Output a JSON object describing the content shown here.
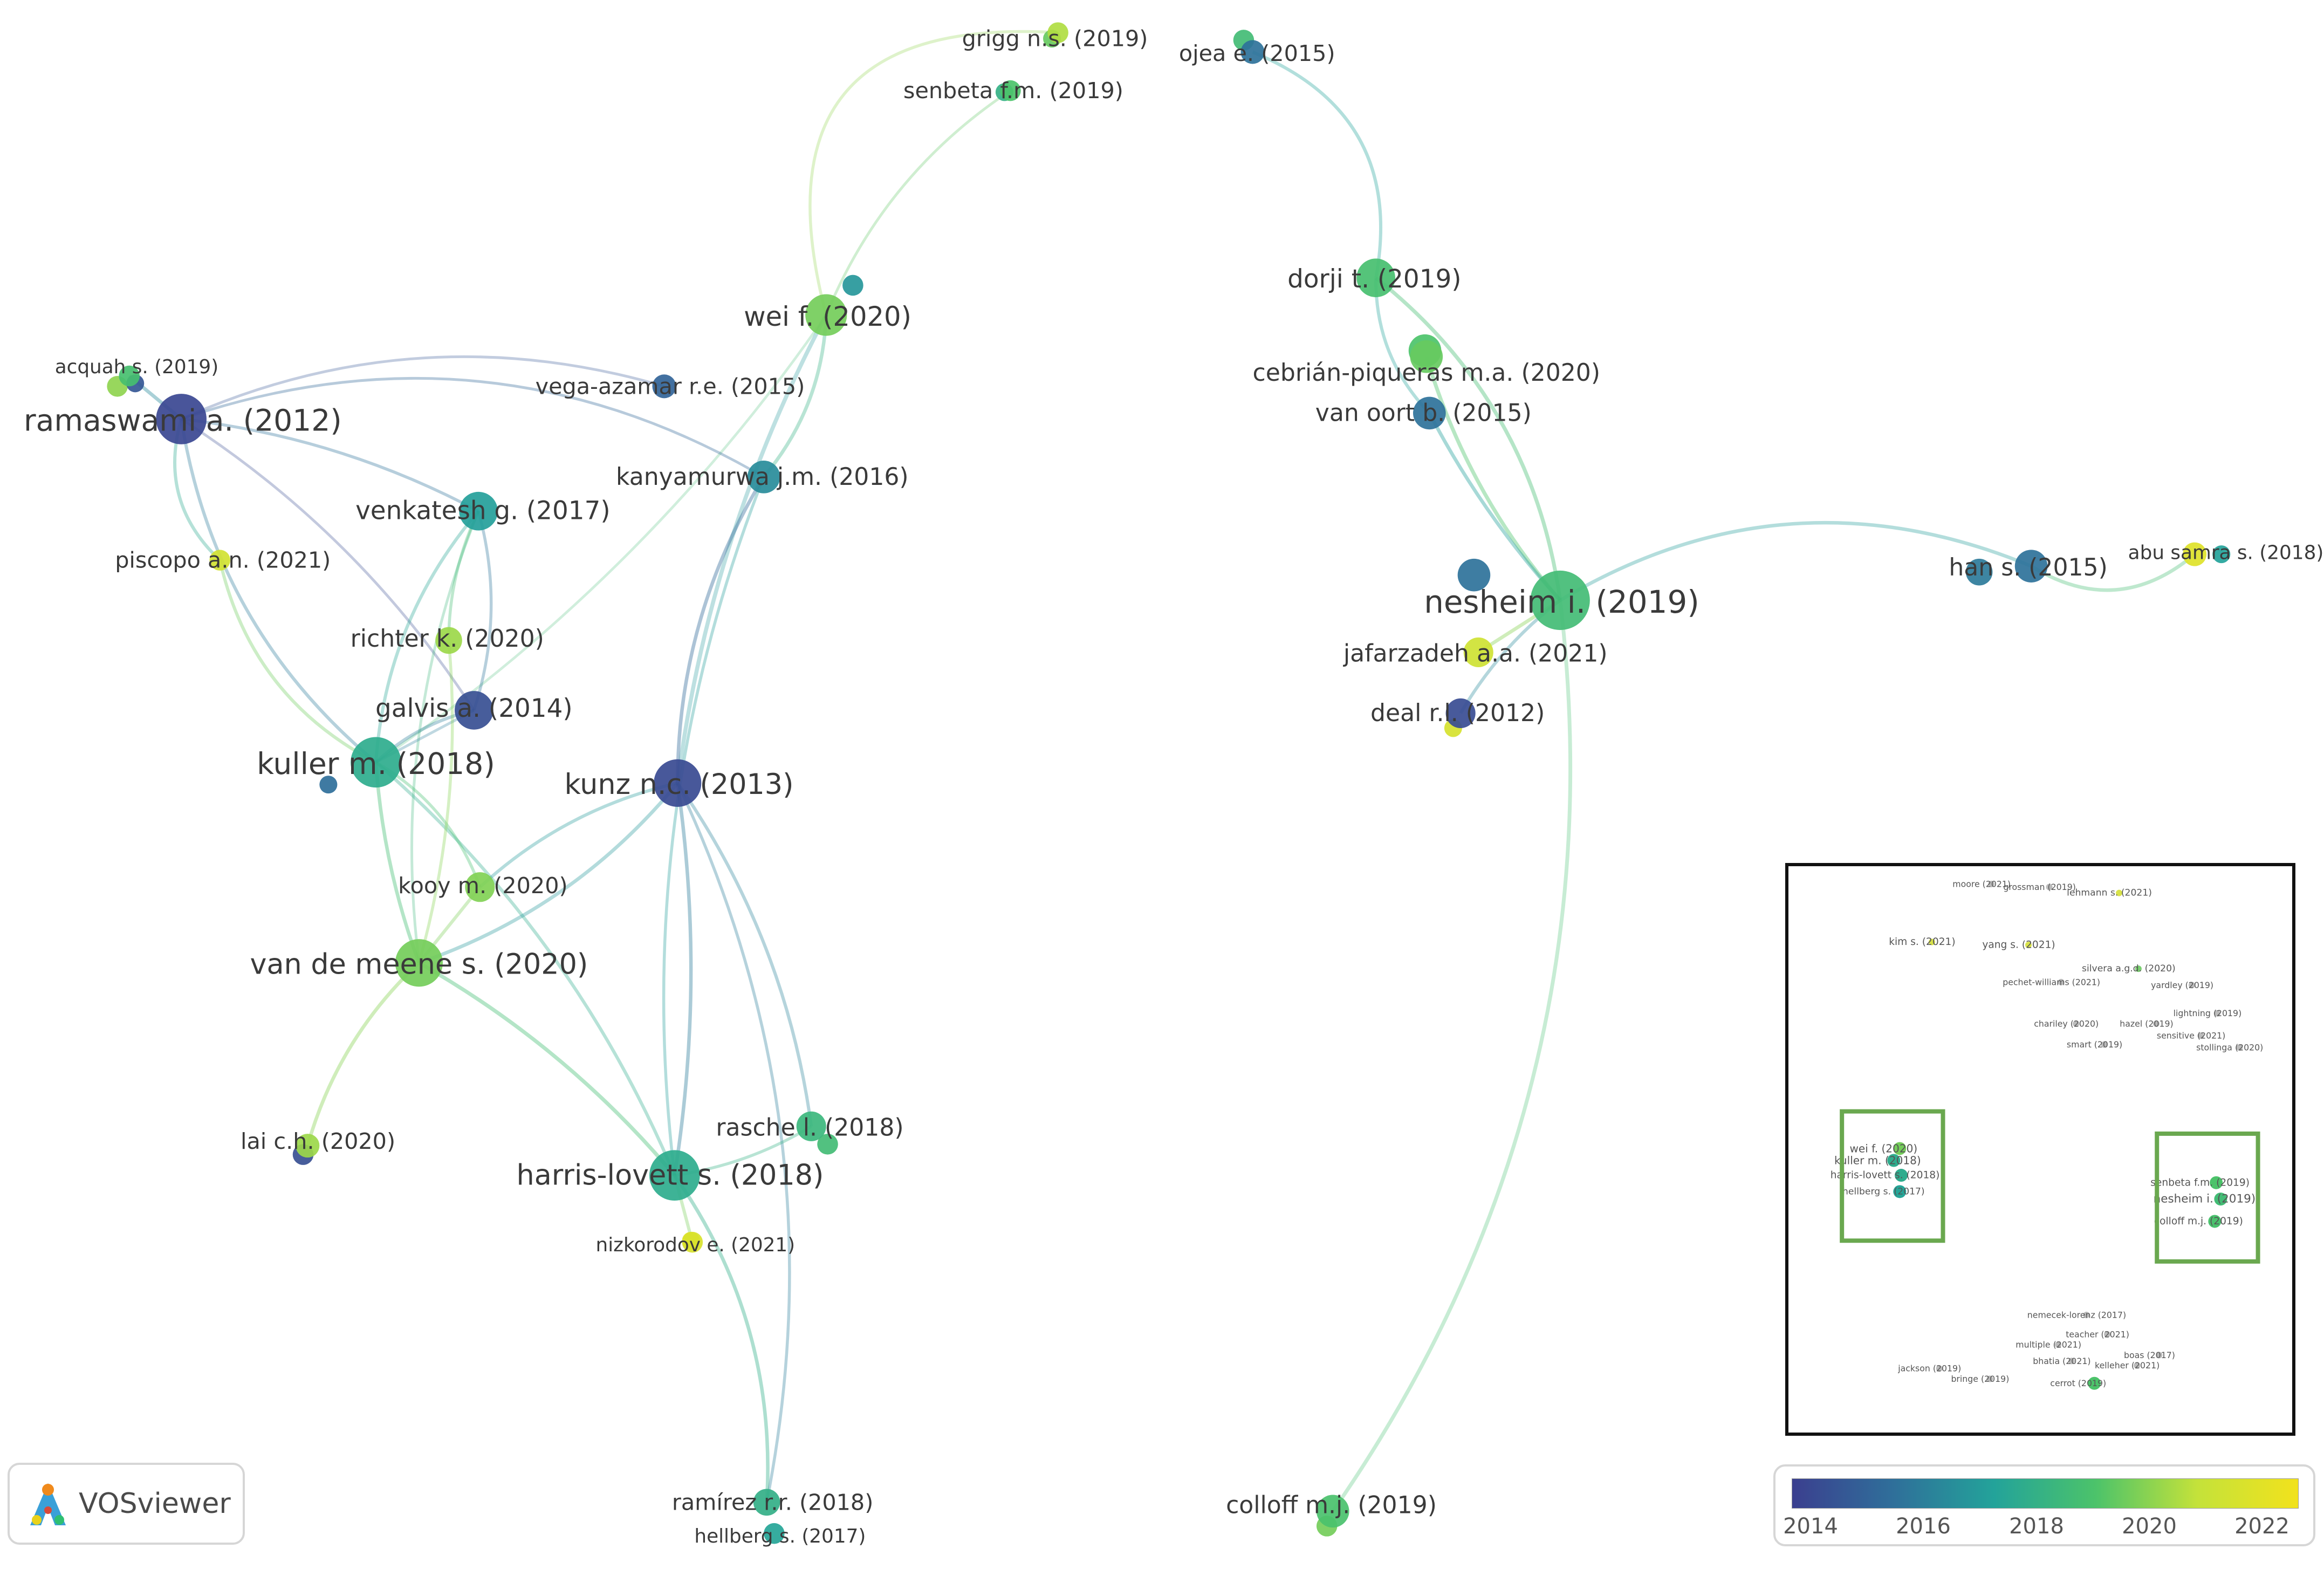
{
  "app": {
    "brand": "VOSviewer",
    "brand_icon": "vosviewer-logo-icon"
  },
  "legend": {
    "ticks": [
      "2014",
      "2016",
      "2018",
      "2020",
      "2022"
    ],
    "min_year": 2013.6,
    "max_year": 2022.6,
    "colors": [
      "#3b3f8f",
      "#2f6f9a",
      "#23a39a",
      "#4cc36a",
      "#c4e23a",
      "#f2e21c"
    ]
  },
  "nodes": [
    {
      "id": "grigg",
      "label": "grigg n.s. (2019)",
      "year": 2020.5,
      "size": 14
    },
    {
      "id": "senbeta",
      "label": "senbeta f.m. (2019)",
      "year": 2019.0,
      "size": 14
    },
    {
      "id": "ojea",
      "label": "ojea e. (2015)",
      "year": 2015.5,
      "size": 16
    },
    {
      "id": "dorji",
      "label": "dorji t. (2019)",
      "year": 2018.8,
      "size": 26
    },
    {
      "id": "wei",
      "label": "wei f. (2020)",
      "year": 2019.6,
      "size": 28
    },
    {
      "id": "acquah",
      "label": "acquah s. (2019)",
      "year": 2018.8,
      "size": 14
    },
    {
      "id": "vega",
      "label": "vega-azamar r.e. (2015)",
      "year": 2015.0,
      "size": 16
    },
    {
      "id": "cebrian",
      "label": "cebrián-piqueras m.a. (2020)",
      "year": 2019.4,
      "size": 22
    },
    {
      "id": "ramaswami",
      "label": "ramaswami a. (2012)",
      "year": 2013.9,
      "size": 34
    },
    {
      "id": "vanoort",
      "label": "van oort b. (2015)",
      "year": 2015.5,
      "size": 22
    },
    {
      "id": "kanyamurwa",
      "label": "kanyamurwa j.m. (2016)",
      "year": 2016.4,
      "size": 22
    },
    {
      "id": "venkatesh",
      "label": "venkatesh g. (2017)",
      "year": 2017.1,
      "size": 26
    },
    {
      "id": "piscopo",
      "label": "piscopo a.n. (2021)",
      "year": 2021.3,
      "size": 14
    },
    {
      "id": "abusamra",
      "label": "abu samra s. (2018)",
      "year": 2021.8,
      "size": 16
    },
    {
      "id": "han",
      "label": "han s. (2015)",
      "year": 2015.5,
      "size": 22
    },
    {
      "id": "nesheim",
      "label": "nesheim i. (2019)",
      "year": 2018.6,
      "size": 40
    },
    {
      "id": "jafarzadeh",
      "label": "jafarzadeh a.a. (2021)",
      "year": 2021.2,
      "size": 20
    },
    {
      "id": "richter",
      "label": "richter k. (2020)",
      "year": 2020.2,
      "size": 18
    },
    {
      "id": "galvis",
      "label": "galvis a. (2014)",
      "year": 2014.2,
      "size": 26
    },
    {
      "id": "deal",
      "label": "deal r.l. (2012)",
      "year": 2014.1,
      "size": 20
    },
    {
      "id": "kuller",
      "label": "kuller m. (2018)",
      "year": 2017.7,
      "size": 34
    },
    {
      "id": "kunz",
      "label": "kunz n.c. (2013)",
      "year": 2014.0,
      "size": 32
    },
    {
      "id": "kooy",
      "label": "kooy m. (2020)",
      "year": 2019.8,
      "size": 20
    },
    {
      "id": "vandemeene",
      "label": "van de meene s. (2020)",
      "year": 2019.6,
      "size": 32
    },
    {
      "id": "lai",
      "label": "lai c.h. (2020)",
      "year": 2020.2,
      "size": 16
    },
    {
      "id": "rasche",
      "label": "rasche l. (2018)",
      "year": 2018.3,
      "size": 20
    },
    {
      "id": "harrislovett",
      "label": "harris-lovett s. (2018)",
      "year": 2017.7,
      "size": 34
    },
    {
      "id": "nizkorodov",
      "label": "nizkorodov e. (2021)",
      "year": 2021.6,
      "size": 14
    },
    {
      "id": "ramirez",
      "label": "ramírez r.r. (2018)",
      "year": 2017.9,
      "size": 18
    },
    {
      "id": "hellberg",
      "label": "hellberg s. (2017)",
      "year": 2017.3,
      "size": 14
    },
    {
      "id": "colloff",
      "label": "colloff m.j. (2019)",
      "year": 2018.9,
      "size": 22
    }
  ],
  "inset": {
    "labels": [
      "moore (2021)",
      "grossman (2019)",
      "lehmann s. (2021)",
      "kim s. (2021)",
      "yang s. (2021)",
      "silvera a.g.d. (2020)",
      "yardley (2019)",
      "pechet-williams (2021)",
      "lightning (2019)",
      "chariley (2020)",
      "hazel (2019)",
      "smart (2019)",
      "sensitive (2021)",
      "stollinga (2020)",
      "wei f. (2020)",
      "kuller m. (2018)",
      "harris-lovett s. (2018)",
      "hellberg s. (2017)",
      "senbeta f.m. (2019)",
      "nesheim i. (2019)",
      "colloff m.j. (2019)",
      "nemecek-lorenz (2017)",
      "teacher (2021)",
      "multiple (2021)",
      "boas (2017)",
      "kelleher (2021)",
      "bhatia (2021)",
      "bringe (2019)",
      "cerrot (2019)",
      "jackson (2019)"
    ]
  }
}
